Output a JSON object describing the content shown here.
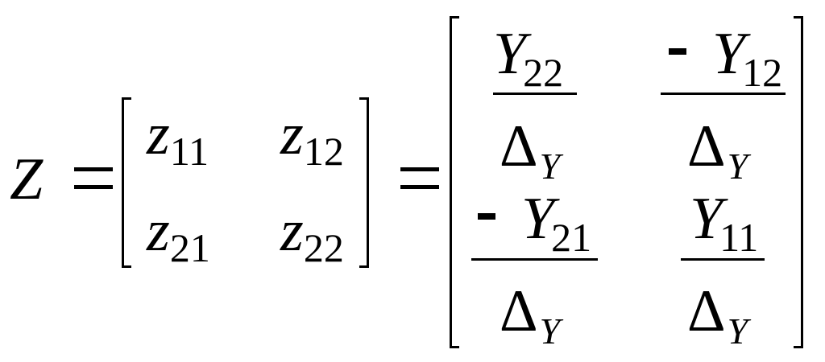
{
  "lhs": {
    "symbol": "Z"
  },
  "z_matrix": {
    "base": "z",
    "cells": [
      {
        "sub": "11"
      },
      {
        "sub": "12"
      },
      {
        "sub": "21"
      },
      {
        "sub": "22"
      }
    ]
  },
  "y_matrix": {
    "base": "Y",
    "delta": "Δ",
    "delta_sub": "Y",
    "cells": [
      {
        "sign": "",
        "sub": "22"
      },
      {
        "sign": "-",
        "sub": "12"
      },
      {
        "sign": "-",
        "sub": "21"
      },
      {
        "sign": "",
        "sub": "11"
      }
    ]
  }
}
